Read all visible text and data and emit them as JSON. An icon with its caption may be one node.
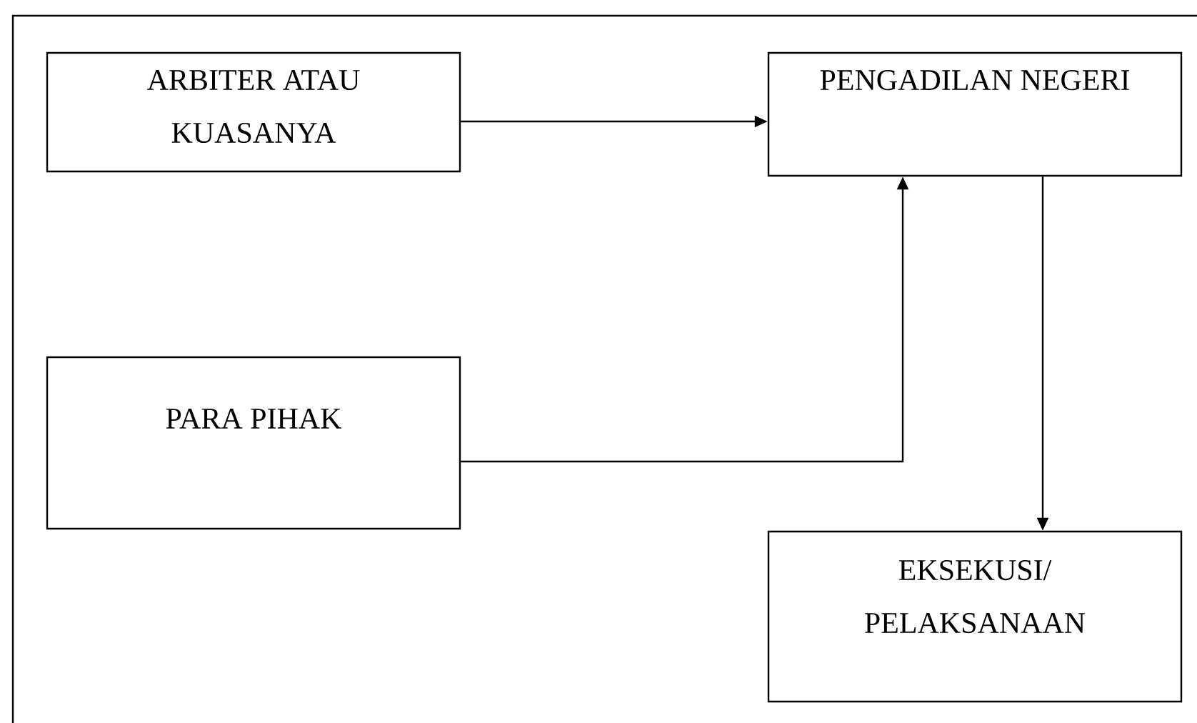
{
  "diagram": {
    "nodes": [
      {
        "text": [
          "ARBITER ATAU KUASANYA"
        ]
      },
      {
        "text": [
          "PENGADILAN NEGERI"
        ]
      },
      {
        "text": [
          "PARA PIHAK"
        ]
      },
      {
        "text": [
          "EKSEKUSI/ PELAKSANAAN"
        ]
      }
    ],
    "edges": [
      {
        "from": 0,
        "to": 1,
        "arrow": "to"
      },
      {
        "from": 2,
        "to": 1,
        "arrow": "to"
      },
      {
        "from": 1,
        "to": 3,
        "arrow": "to"
      }
    ]
  }
}
